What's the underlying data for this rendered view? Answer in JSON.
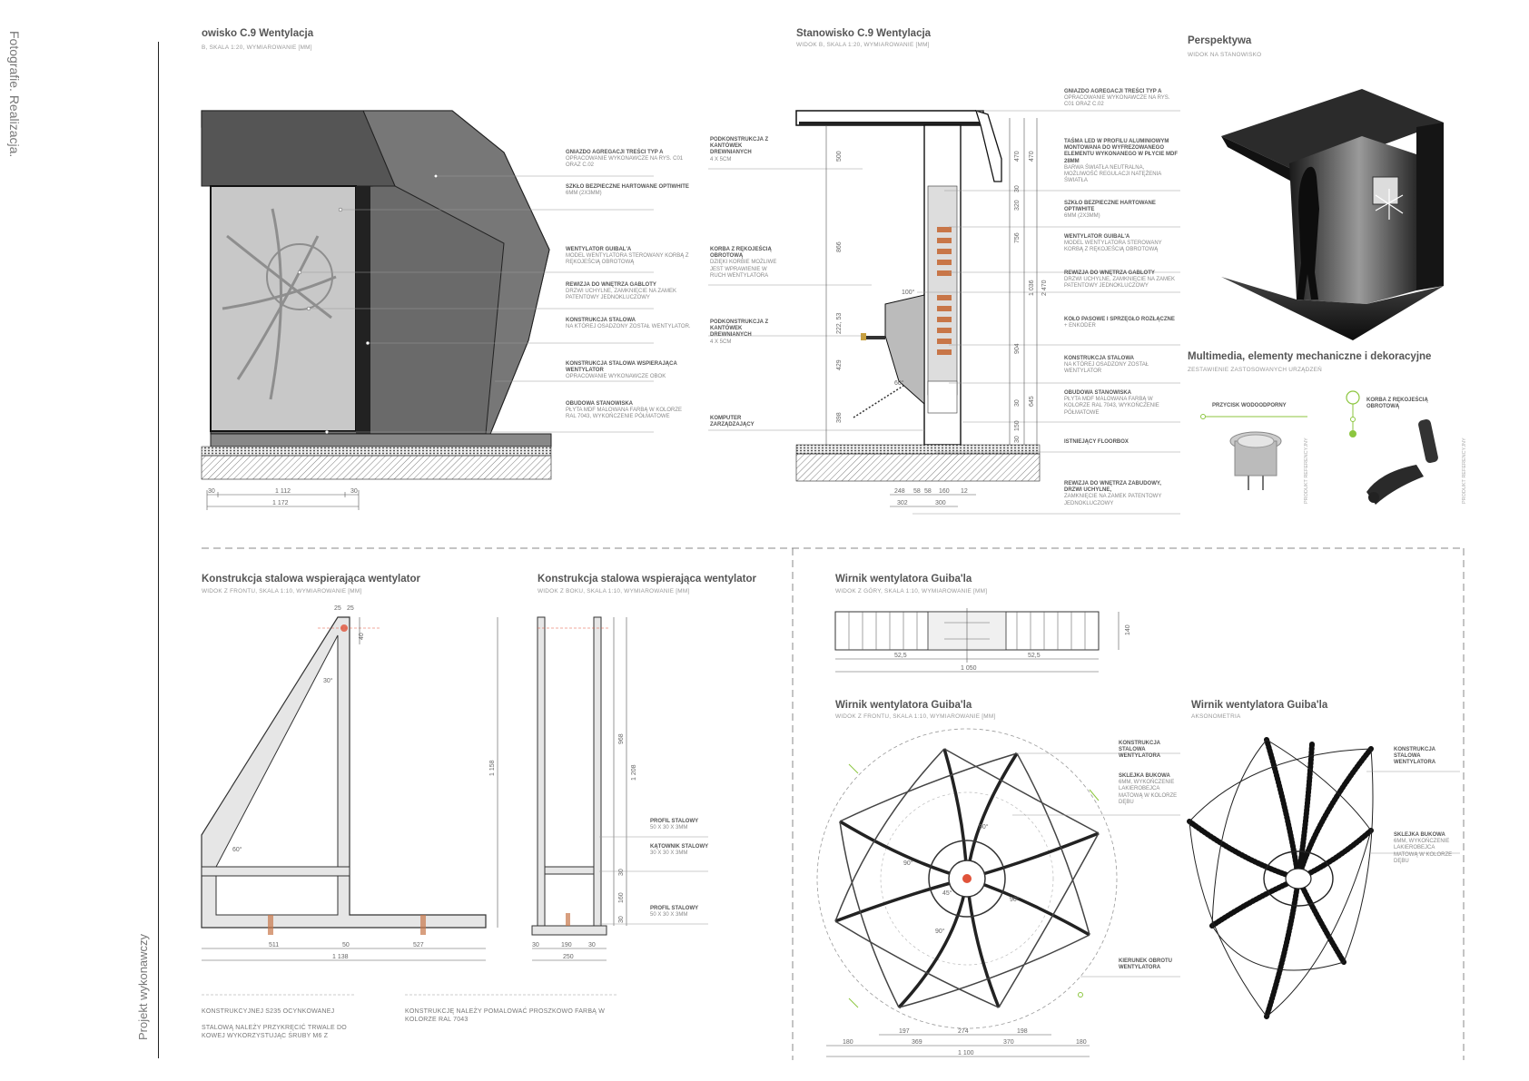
{
  "sidebar": {
    "section_label": "Fotografie. Realizacja.",
    "project_label": "Projekt wykonawczy"
  },
  "panels": {
    "view_a": {
      "title": "owisko C.9 Wentylacja",
      "subtitle": "B, SKALA 1:20, WYMIAROWANIE [MM]",
      "labels": [
        {
          "head": "GNIAZDO AGREGACJI TREŚCI TYP A",
          "body": "OPRACOWANIE WYKONAWCZE NA RYS. C01 ORAZ C.02"
        },
        {
          "head": "SZKŁO BEZPIECZNE HARTOWANE OPTIWHITE",
          "body": "6MM (2x3MM)"
        },
        {
          "head": "WENTYLATOR GUIBAL'A",
          "body": "MODEL WENTYLATORA STEROWANY KORBĄ Z RĘKOJEŚCIĄ OBROTOWĄ"
        },
        {
          "head": "REWIZJA DO WNĘTRZA GABLOTY",
          "body": "DRZWI UCHYLNE, ZAMKNIĘCIE NA ZAMEK PATENTOWY JEDNOKLUCZOWY"
        },
        {
          "head": "KONSTRUKCJA STALOWA",
          "body": "NA KTÓREJ OSADZONY ZOSTAŁ WENTYLATOR."
        },
        {
          "head": "KONSTRUKCJA STALOWA WSPIERAJĄCA WENTYLATOR",
          "body": "OPRACOWANIE WYKONAWCZE OBOK"
        },
        {
          "head": "OBUDOWA STANOWISKA",
          "body": "PŁYTA MDF MALOWANA FARBĄ W KOLORZE RAL 7043, WYKOŃCZENIE PÓŁMATOWE"
        }
      ],
      "dims": [
        "30",
        "1 112",
        "30",
        "1 172"
      ]
    },
    "view_b": {
      "title": "Stanowisko C.9 Wentylacja",
      "subtitle": "WIDOK B, SKALA 1:20, WYMIAROWANIE [MM]",
      "left_labels": [
        {
          "head": "PODKONSTRUKCJA Z KANTÓWEK DREWNIANYCH",
          "body": "4 x 5CM"
        },
        {
          "head": "KORBA Z RĘKOJEŚCIĄ OBROTOWĄ",
          "body": "DZIĘKI KORBIE MOŻLIWE JEST WPRAWIENIE W RUCH WENTYLATORA"
        },
        {
          "head": "PODKONSTRUKCJA Z KANTÓWEK DREWNIANYCH",
          "body": "4 x 5CM"
        },
        {
          "head": "KOMPUTER ZARZĄDZAJĄCY",
          "body": ""
        }
      ],
      "right_labels": [
        {
          "head": "GNIAZDO AGREGACJI TREŚCI TYP A",
          "body": "OPRACOWANIE WYKONAWCZE NA RYS. C01 ORAZ C.02"
        },
        {
          "head": "TAŚMA LED W PROFILU ALUMINIOWYM MONTOWANA DO WYFREZOWANEGO ELEMENTU WYKONANEGO W PŁYCIE MDF 28MM",
          "body": "BARWA ŚWIATŁA NEUTRALNA, MOŻLIWOŚĆ REGULACJI NATĘŻENIA ŚWIATŁA"
        },
        {
          "head": "SZKŁO BEZPIECZNE HARTOWANE OPTIWHITE",
          "body": "6MM (2x3MM)"
        },
        {
          "head": "WENTYLATOR GUIBAL'A",
          "body": "MODEL WENTYLATORA STEROWANY KORBĄ Z RĘKOJEŚCIĄ OBROTOWĄ"
        },
        {
          "head": "REWIZJA DO WNĘTRZA GABLOTY",
          "body": "DRZWI UCHYLNE, ZAMKNIĘCIE NA ZAMEK PATENTOWY JEDNOKLUCZOWY"
        },
        {
          "head": "KOŁO PASOWE I SPRZĘGŁO ROZŁĄCZNE",
          "body": "+ ENKODER"
        },
        {
          "head": "KONSTRUKCJA STALOWA",
          "body": "NA KTÓREJ OSADZONY ZOSTAŁ WENTYLATOR"
        },
        {
          "head": "OBUDOWA STANOWISKA",
          "body": "PŁYTA MDF MALOWANA FARBĄ W KOLORZE RAL 7043, WYKOŃCZENIE PÓŁMATOWE"
        },
        {
          "head": "ISTNIEJĄCY FLOORBOX",
          "body": ""
        },
        {
          "head": "REWIZJA DO WNĘTRZA ZABUDOWY, DRZWI UCHYLNE,",
          "body": "ZAMKNIĘCIE NA ZAMEK PATENTOWY JEDNOKLUCZOWY"
        }
      ],
      "dims_v": [
        "500",
        "866",
        "222, 53",
        "429",
        "398",
        "470",
        "30",
        "320",
        "756",
        "1 036",
        "2 470",
        "904",
        "30",
        "645",
        "150",
        "30",
        "470"
      ],
      "dims_h": [
        "248",
        "58",
        "58",
        "160",
        "12",
        "302",
        "300"
      ],
      "angles": [
        "100°",
        "60°"
      ]
    },
    "perspective": {
      "title": "Perspektywa",
      "subtitle": "WIDOK NA STANOWISKO"
    },
    "multimedia": {
      "title": "Multimedia, elementy mechaniczne i dekoracyjne",
      "subtitle": "ZESTAWIENIE ZASTOSOWANYCH URZĄDZEŃ",
      "items": [
        "PRZYCISK WODOODPORNY",
        "KORBA Z RĘKOJEŚCIĄ OBROTOWĄ"
      ],
      "ref_label": "PRODUKT REFERENCYJNY"
    },
    "steel_front": {
      "title": "Konstrukcja stalowa wspierająca wentylator",
      "subtitle": "WIDOK Z FRONTU, SKALA 1:10, WYMIAROWANIE [MM]",
      "dims": [
        "25",
        "25",
        "30°",
        "60°",
        "1 158",
        "40",
        "511",
        "50",
        "527",
        "1 138"
      ],
      "note1": "KONSTRUKCYJNEJ S235 OCYNKOWANEJ",
      "note2": "STALOWĄ NALEŻY PRZYKRĘCIĆ TRWALE DO KOWEJ WYKORZYSTUJĄC ŚRUBY M6 Z"
    },
    "steel_side": {
      "title": "Konstrukcja stalowa wspierająca wentylator",
      "subtitle": "WIDOK Z BOKU, SKALA 1:10, WYMIAROWANIE [MM]",
      "dims": [
        "968",
        "1 208",
        "30",
        "160",
        "30",
        "30",
        "190",
        "30",
        "250"
      ],
      "labels": [
        {
          "head": "PROFIL STALOWY",
          "body": "50 x 30 x 3MM"
        },
        {
          "head": "KĄTOWNIK STALOWY",
          "body": "30 x 30 x 3MM"
        },
        {
          "head": "PROFIL STALOWY",
          "body": "50 x 30 x 3MM"
        }
      ],
      "note": "KONSTRUKCJĘ NALEŻY POMALOWAĆ PROSZKOWO FARBĄ W KOLORZE RAL 7043"
    },
    "rotor_top": {
      "title": "Wirnik wentylatora Guiba'la",
      "subtitle": "WIDOK Z GÓRY, SKALA 1:10, WYMIAROWANIE [MM]",
      "dims": [
        "52,5",
        "52,5",
        "1 050",
        "140"
      ]
    },
    "rotor_front": {
      "title": "Wirnik wentylatora Guiba'la",
      "subtitle": "WIDOK Z FRONTU, SKALA 1:10, WYMIAROWANIE [MM]",
      "labels": [
        {
          "head": "KONSTRUKCJA STALOWA WENTYLATORA",
          "body": ""
        },
        {
          "head": "SKLEJKA BUKOWA",
          "body": "6MM, WYKOŃCZENIE LAKIEROBEJCA MATOWĄ W KOLORZE DĘBU"
        },
        {
          "head": "KIERUNEK OBROTU WENTYLATORA",
          "body": ""
        }
      ],
      "angles": [
        "90°",
        "90°",
        "90°",
        "90°",
        "45°"
      ],
      "dims": [
        "197",
        "274",
        "198",
        "180",
        "369",
        "370",
        "180",
        "1 100"
      ]
    },
    "rotor_axo": {
      "title": "Wirnik wentylatora Guiba'la",
      "subtitle": "AKSONOMETRIA",
      "labels": [
        {
          "head": "KONSTRUKCJA STALOWA WENTYLATORA",
          "body": ""
        },
        {
          "head": "SKLEJKA BUKOWA",
          "body": "6MM, WYKOŃCZENIE LAKIEROBEJCA MATOWĄ W KOLORZE DĘBU"
        }
      ]
    }
  },
  "colors": {
    "ink": "#333333",
    "gray_body": "#6e6e6e",
    "green_accent": "#8cc63f",
    "red_marker": "#e0533a",
    "brick": "#c87648"
  }
}
